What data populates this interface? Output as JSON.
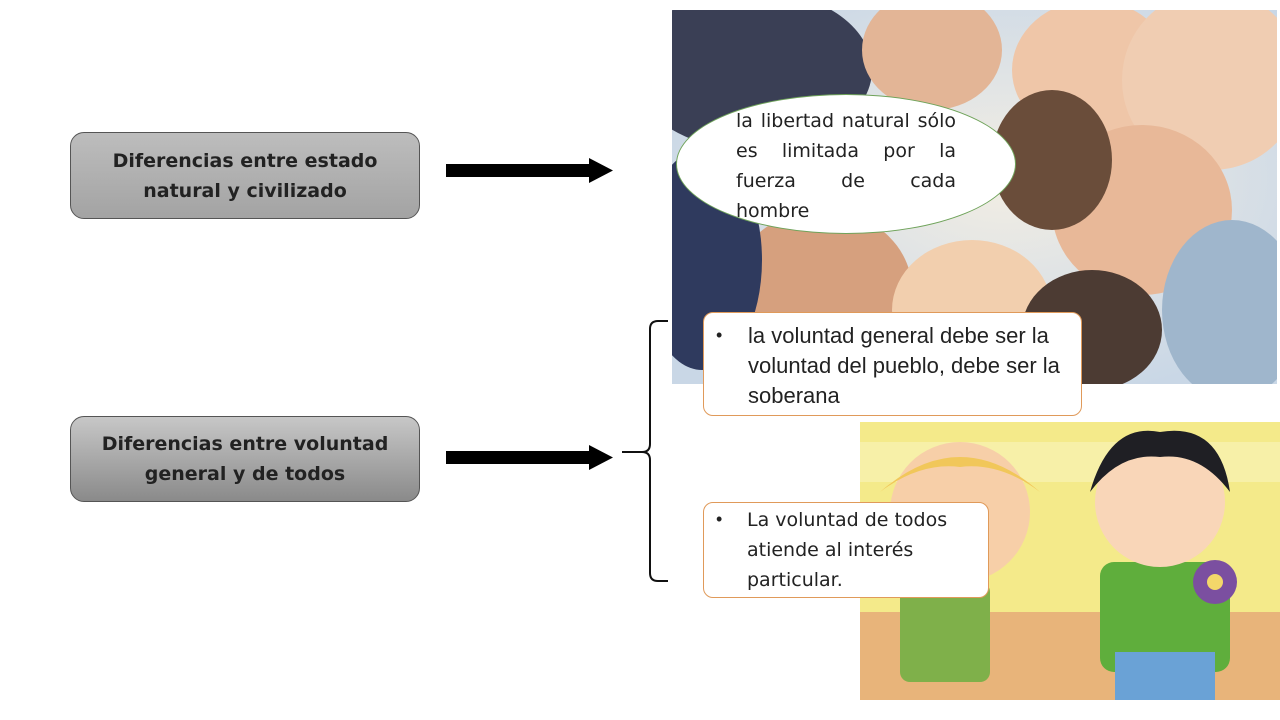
{
  "left_boxes": [
    {
      "label": "Diferencias entre estado natural y civilizado"
    },
    {
      "label": "Diferencias entre voluntad general y de todos"
    }
  ],
  "ellipse": {
    "text": "la libertad natural sólo es limitada por la fuerza de cada hombre"
  },
  "callouts": [
    {
      "text": "la voluntad general debe ser la voluntad del pueblo, debe ser la soberana"
    },
    {
      "text": "La voluntad de todos atiende al interés particular."
    }
  ],
  "images": {
    "group_photo": "group-of-people-photo",
    "kids_cartoon": "children-sharing-cartoon"
  },
  "colors": {
    "box1": "#a8a8a8",
    "box2": "#8c8c8c",
    "ellipse_border": "#6fa35a",
    "callout_border": "#e09a5a"
  }
}
